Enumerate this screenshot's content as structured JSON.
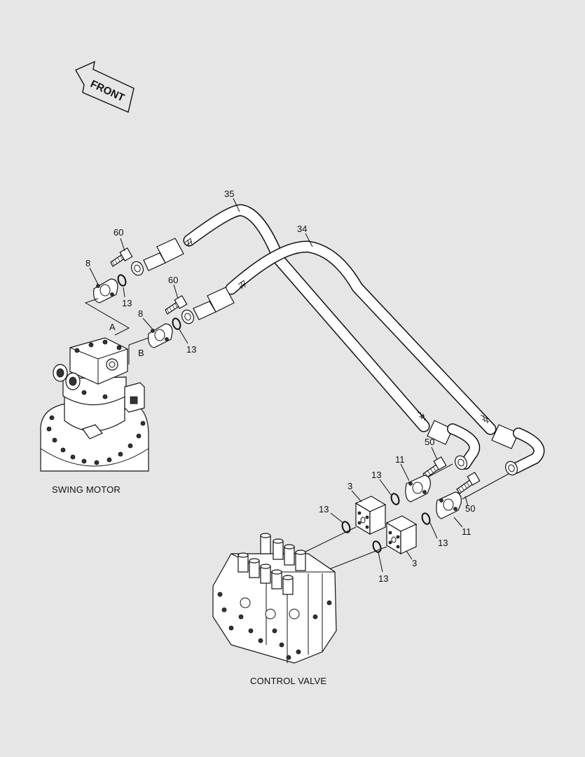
{
  "orientation": {
    "label": "FRONT"
  },
  "assemblies": {
    "swing_motor": "SWING MOTOR",
    "control_valve": "CONTROL VALVE"
  },
  "ports": {
    "a": "A",
    "b": "B"
  },
  "callouts": {
    "hose_35": "35",
    "hose_34": "34",
    "bolt_60_upper": "60",
    "bolt_60_lower": "60",
    "flange_8_upper": "8",
    "flange_8_lower": "8",
    "oring_13_upper": "13",
    "oring_13_lower": "13",
    "bolt_50_upper": "50",
    "bolt_50_lower": "50",
    "flange_11_upper": "11",
    "flange_11_lower": "11",
    "oring_13_cv_a": "13",
    "oring_13_cv_b": "13",
    "oring_13_cv_c": "13",
    "oring_13_cv_d": "13",
    "block_3_upper": "3",
    "block_3_lower": "3"
  },
  "colors": {
    "background": "#e6e6e6",
    "line": "#111111",
    "fill": "#ffffff"
  }
}
